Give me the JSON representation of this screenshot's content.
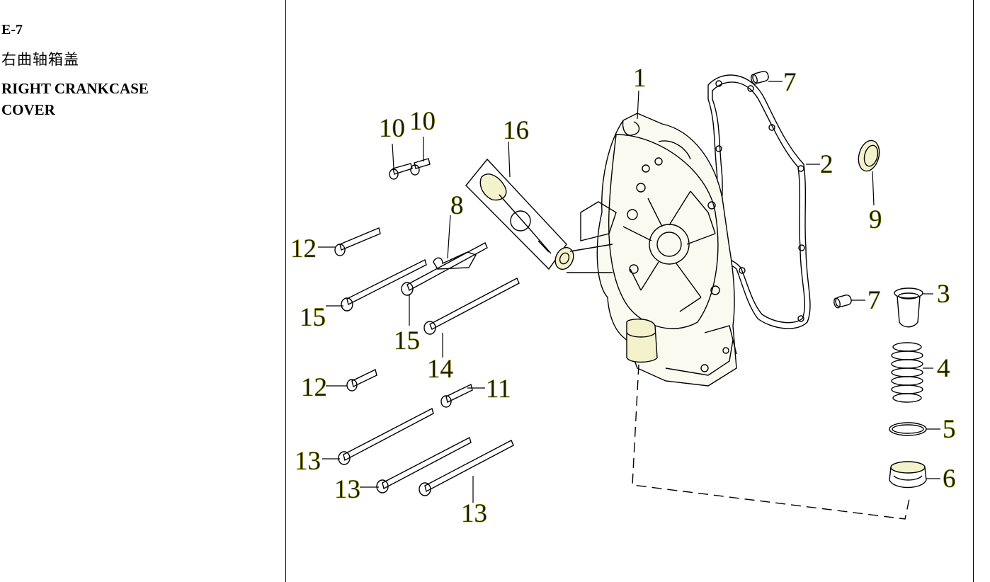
{
  "header": {
    "code": "E-7",
    "title_cn": "右曲轴箱盖",
    "title_en": "RIGHT CRANKCASE COVER"
  },
  "callouts": {
    "c1": "1",
    "c2": "2",
    "c3": "3",
    "c4": "4",
    "c5": "5",
    "c6": "6",
    "c7a": "7",
    "c7b": "7",
    "c8": "8",
    "c9": "9",
    "c10a": "10",
    "c10b": "10",
    "c11": "11",
    "c12a": "12",
    "c12b": "12",
    "c13a": "13",
    "c13b": "13",
    "c13c": "13",
    "c14": "14",
    "c15a": "15",
    "c15b": "15",
    "c16": "16"
  },
  "colors": {
    "outline": "#000000",
    "label": "#1a1a00",
    "shading": "#f4f2cc"
  }
}
